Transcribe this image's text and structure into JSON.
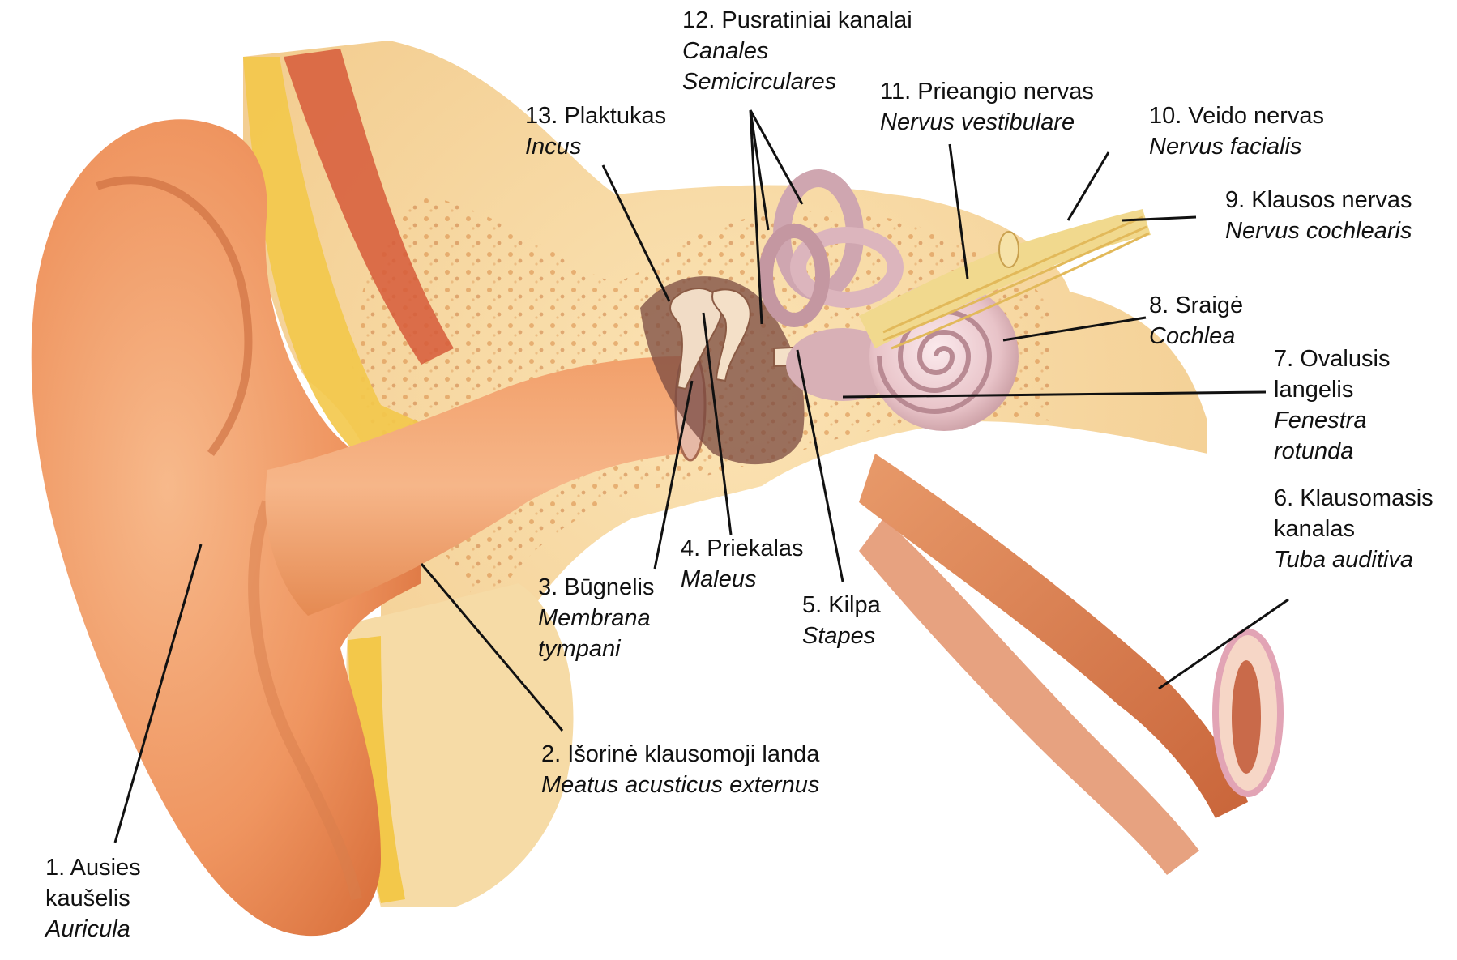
{
  "labels": [
    {
      "id": "auricula",
      "lt": [
        "1. Ausies",
        "kaušelis"
      ],
      "la": [
        "Auricula"
      ]
    },
    {
      "id": "meatus",
      "lt": [
        "2. Išorinė klausomoji landa"
      ],
      "la": [
        "Meatus acusticus externus"
      ]
    },
    {
      "id": "membrana",
      "lt": [
        "3. Būgnelis"
      ],
      "la": [
        "Membrana",
        "tympani"
      ]
    },
    {
      "id": "maleus",
      "lt": [
        "4. Priekalas"
      ],
      "la": [
        "Maleus"
      ]
    },
    {
      "id": "stapes",
      "lt": [
        "5. Kilpa"
      ],
      "la": [
        "Stapes"
      ]
    },
    {
      "id": "tuba",
      "lt": [
        "6. Klausomasis",
        "kanalas"
      ],
      "la": [
        "Tuba auditiva"
      ]
    },
    {
      "id": "fenestra",
      "lt": [
        "7. Ovalusis",
        "langelis"
      ],
      "la": [
        "Fenestra",
        "rotunda"
      ]
    },
    {
      "id": "cochlea",
      "lt": [
        "8. Sraigė"
      ],
      "la": [
        "Cochlea"
      ]
    },
    {
      "id": "cochlearis",
      "lt": [
        "9. Klausos nervas"
      ],
      "la": [
        "Nervus cochlearis"
      ]
    },
    {
      "id": "facialis",
      "lt": [
        "10. Veido nervas"
      ],
      "la": [
        "Nervus facialis"
      ]
    },
    {
      "id": "vestibulare",
      "lt": [
        "11. Prieangio nervas"
      ],
      "la": [
        "Nervus vestibulare"
      ]
    },
    {
      "id": "canales",
      "lt": [
        "12. Pusratiniai kanalai"
      ],
      "la": [
        "Canales",
        "Semicirculares"
      ]
    },
    {
      "id": "incus",
      "lt": [
        "13. Plaktukas"
      ],
      "la": [
        "Incus"
      ]
    }
  ]
}
